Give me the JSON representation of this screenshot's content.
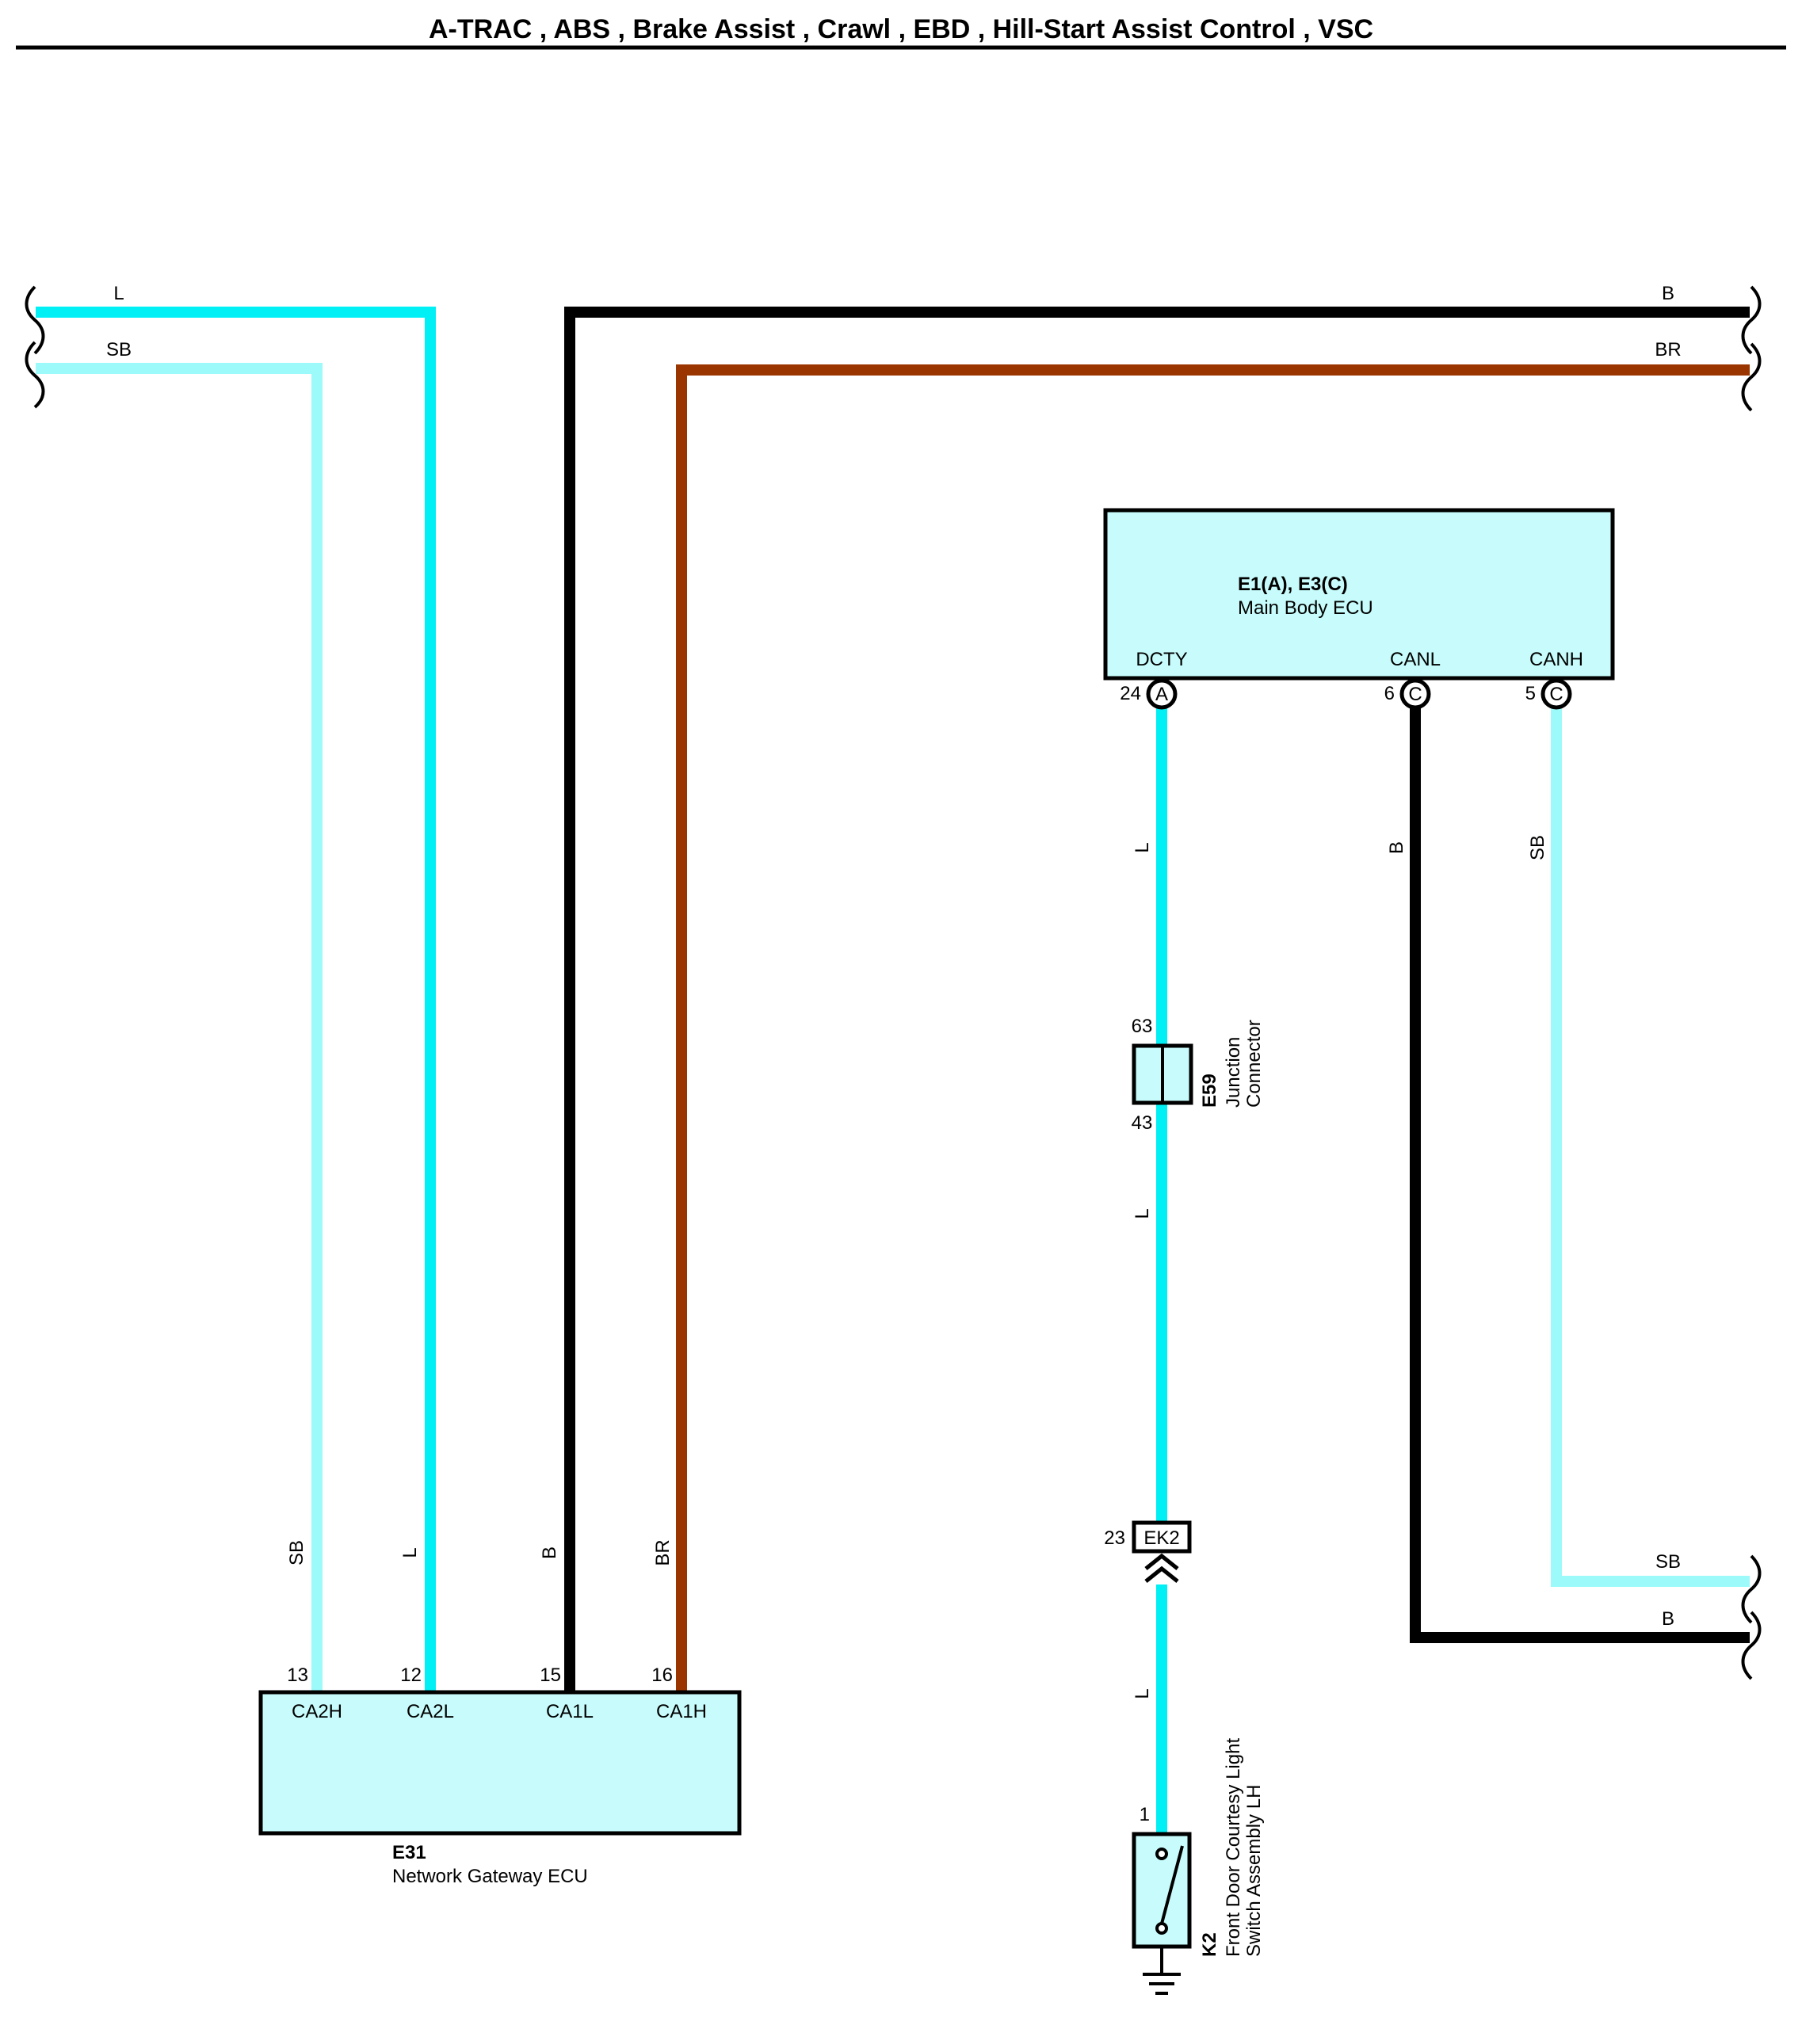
{
  "title": "A-TRAC , ABS , Brake Assist , Crawl , EBD , Hill-Start Assist Control , VSC",
  "colors": {
    "L": "#00f0f5",
    "SB": "#9cfafa",
    "B": "#000000",
    "BR": "#9b3500",
    "component_fill": "#c8fcfc"
  },
  "wire_labels": {
    "top_left_L": "L",
    "top_left_SB": "SB",
    "top_right_B": "B",
    "top_right_BR": "BR",
    "gw_SB": "SB",
    "gw_L": "L",
    "gw_B": "B",
    "gw_BR": "BR",
    "dcty_upper_L": "L",
    "dcty_mid_L": "L",
    "dcty_lower_L": "L",
    "canl_B": "B",
    "canh_SB": "SB",
    "bottom_right_SB": "SB",
    "bottom_right_B": "B"
  },
  "main_body_ecu": {
    "code": "E1(A), E3(C)",
    "name": "Main Body ECU",
    "terminals": [
      {
        "name": "DCTY",
        "pin": "24",
        "connector": "A"
      },
      {
        "name": "CANL",
        "pin": "6",
        "connector": "C"
      },
      {
        "name": "CANH",
        "pin": "5",
        "connector": "C"
      }
    ]
  },
  "gateway_ecu": {
    "code": "E31",
    "name": "Network Gateway ECU",
    "terminals": [
      {
        "name": "CA2H",
        "pin": "13"
      },
      {
        "name": "CA2L",
        "pin": "12"
      },
      {
        "name": "CA1L",
        "pin": "15"
      },
      {
        "name": "CA1H",
        "pin": "16"
      }
    ]
  },
  "junction_connector": {
    "code": "E59",
    "name_line1": "Junction",
    "name_line2": "Connector",
    "pin_in": "63",
    "pin_out": "43"
  },
  "ek2_connector": {
    "code": "EK2",
    "pin": "23"
  },
  "courtesy_switch": {
    "code": "K2",
    "name_line1": "Front Door Courtesy Light",
    "name_line2": "Switch Assembly LH",
    "pin": "1"
  }
}
